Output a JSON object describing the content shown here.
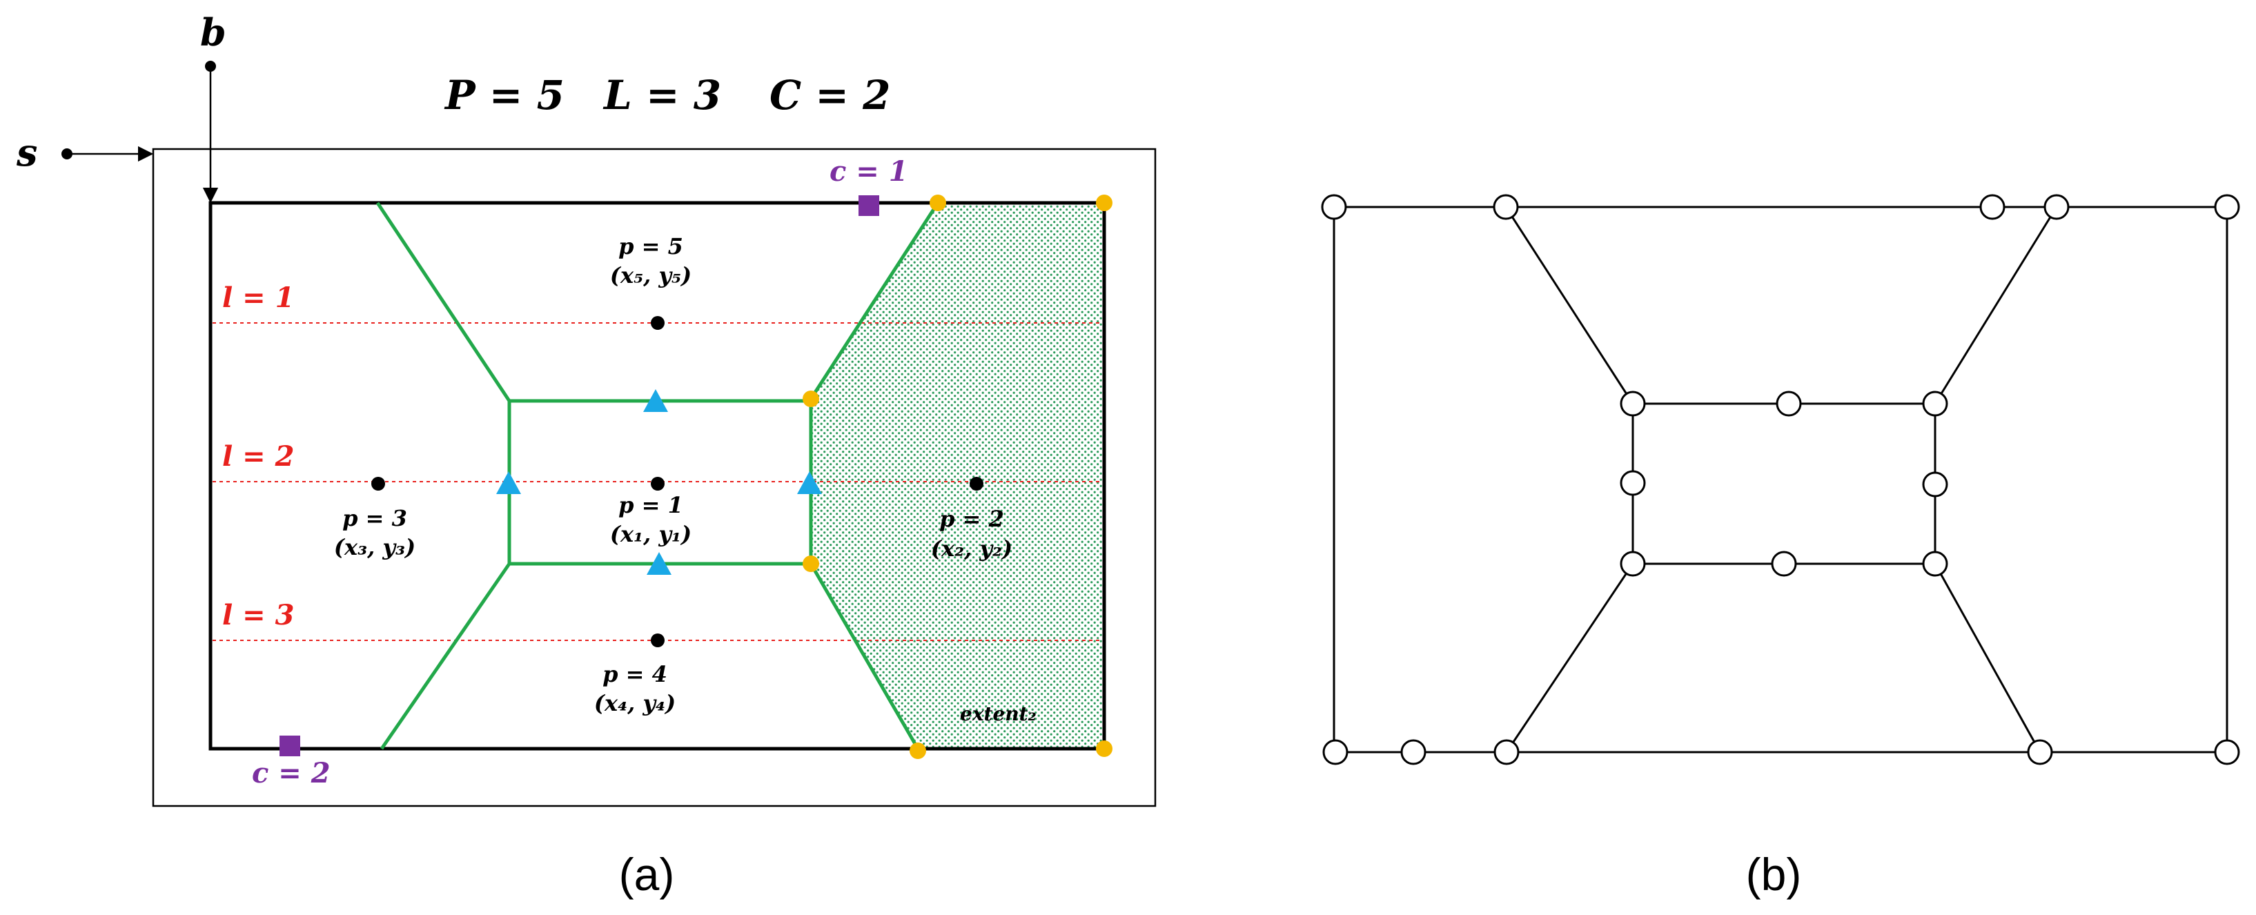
{
  "panel_a": {
    "axis_s": "s",
    "axis_b": "b",
    "header": {
      "P": "P = 5",
      "L": "L = 3",
      "C": "C = 2"
    },
    "lines": [
      {
        "label": "l = 1"
      },
      {
        "label": "l = 2"
      },
      {
        "label": "l = 3"
      }
    ],
    "cells": [
      {
        "label": "p = 1",
        "coord": "(x₁, y₁)"
      },
      {
        "label": "p = 2",
        "coord": "(x₂, y₂)"
      },
      {
        "label": "p = 3",
        "coord": "(x₃, y₃)"
      },
      {
        "label": "p = 4",
        "coord": "(x₄, y₄)"
      },
      {
        "label": "p = 5",
        "coord": "(x₅, y₅)"
      }
    ],
    "connectors": [
      {
        "label": "c = 1"
      },
      {
        "label": "c = 2"
      }
    ],
    "extent_label": "extent₂",
    "caption": "(a)",
    "colors": {
      "boundary": "#000000",
      "edges": "#22a84a",
      "lines": "#e8201c",
      "connectors": "#7b2fa0",
      "triangles": "#1aa8e6",
      "corner_points": "#f5b800",
      "extent_fill": "#2a9a5a"
    }
  },
  "panel_b": {
    "caption": "(b)"
  }
}
